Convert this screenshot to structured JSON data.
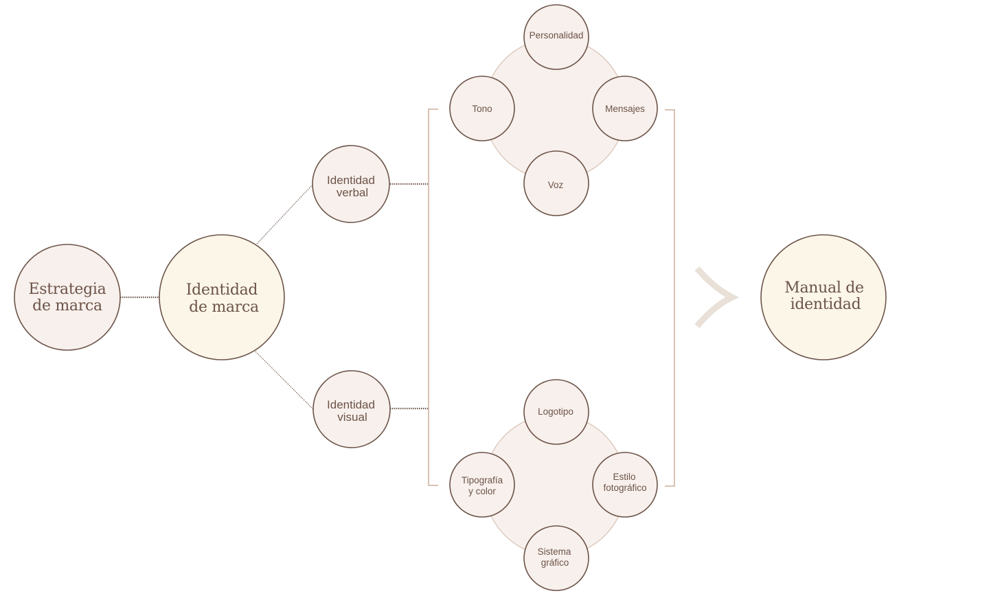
{
  "colors": {
    "stroke": "#6b5348",
    "text": "#6b5348",
    "fill_light": "#f8f0ec",
    "fill_cream": "#fcf6e8",
    "fill_cluster": "#f8f0ec",
    "cluster_stroke": "#d8c2b4",
    "bracket": "#d8c2b4",
    "arrow": "#e9e0d8"
  },
  "nodes": {
    "estrategia": {
      "line1": "Estrategia",
      "line2": "de marca"
    },
    "identidad_marca": {
      "line1": "Identidad",
      "line2": "de marca"
    },
    "identidad_verbal": {
      "line1": "Identidad",
      "line2": "verbal"
    },
    "identidad_visual": {
      "line1": "Identidad",
      "line2": "visual"
    },
    "manual": {
      "line1": "Manual de",
      "line2": "identidad"
    }
  },
  "verbal_cluster": {
    "personalidad": "Personalidad",
    "tono": "Tono",
    "mensajes": "Mensajes",
    "voz": "Voz"
  },
  "visual_cluster": {
    "logotipo": "Logotipo",
    "tipografia": {
      "line1": "Tipografía",
      "line2": "y color"
    },
    "estilo": {
      "line1": "Estilo",
      "line2": "fotográfico"
    },
    "sistema": {
      "line1": "Sistema",
      "line2": "gráfico"
    }
  },
  "icons": {
    "merge": "merge-arrow-icon"
  }
}
